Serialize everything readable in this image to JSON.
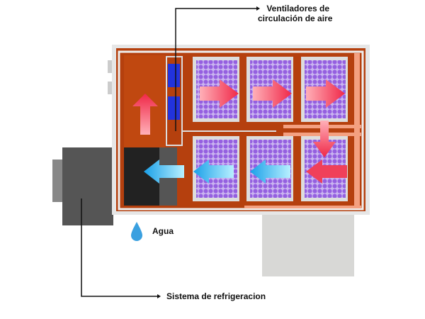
{
  "labels": {
    "fans_line1": "Ventiladores de",
    "fans_line2": "circulación de aire",
    "water": "Agua",
    "refrigeration": "Sistema de refrigeracion"
  },
  "colors": {
    "chamber": "#b84510",
    "hot_arrow": "#f0405a",
    "cold_arrow": "#2aa8e8",
    "tray_fill": "#9b6ee0",
    "fan": "#2233dd"
  }
}
